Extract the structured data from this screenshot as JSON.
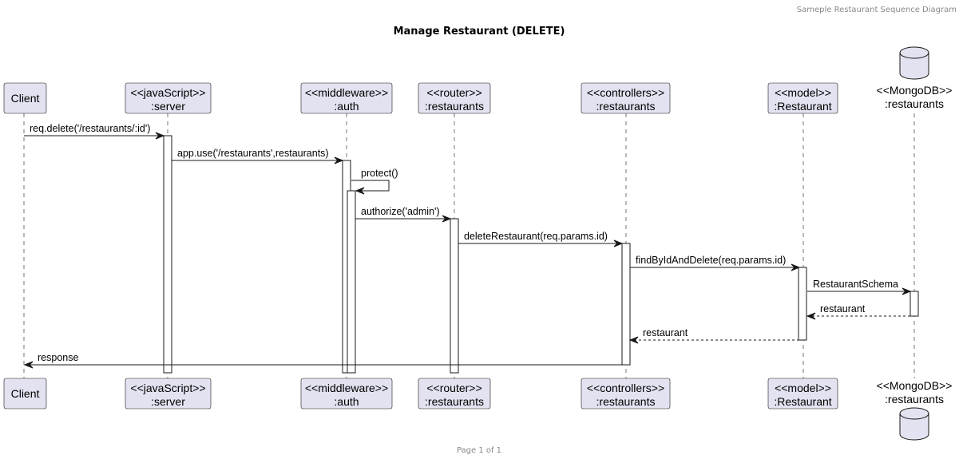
{
  "header": "Sameple Restaurant Sequence Diagram",
  "title": "Manage Restaurant (DELETE)",
  "footer": "Page 1 of 1",
  "colors": {
    "participant_fill": "#e2e2f0",
    "line": "#181818"
  },
  "participants": [
    {
      "id": "client",
      "lines": [
        "Client"
      ],
      "shape": "box"
    },
    {
      "id": "server",
      "lines": [
        "<<javaScript>>",
        ":server"
      ],
      "shape": "box"
    },
    {
      "id": "auth",
      "lines": [
        "<<middleware>>",
        ":auth"
      ],
      "shape": "box"
    },
    {
      "id": "router",
      "lines": [
        "<<router>>",
        ":restaurants"
      ],
      "shape": "box"
    },
    {
      "id": "controllers",
      "lines": [
        "<<controllers>>",
        ":restaurants"
      ],
      "shape": "box"
    },
    {
      "id": "model",
      "lines": [
        "<<model>>",
        ":Restaurant"
      ],
      "shape": "box"
    },
    {
      "id": "db",
      "lines": [
        "<<MongoDB>>",
        ":restaurants"
      ],
      "shape": "database"
    }
  ],
  "messages": [
    {
      "from": "client",
      "to": "server",
      "label": "req.delete('/restaurants/:id')",
      "kind": "sync"
    },
    {
      "from": "server",
      "to": "auth",
      "label": "app.use('/restaurants',restaurants)",
      "kind": "sync"
    },
    {
      "from": "auth",
      "to": "auth",
      "label": "protect()",
      "kind": "self"
    },
    {
      "from": "auth",
      "to": "router",
      "label": "authorize('admin')",
      "kind": "sync"
    },
    {
      "from": "router",
      "to": "controllers",
      "label": "deleteRestaurant(req.params.id)",
      "kind": "sync"
    },
    {
      "from": "controllers",
      "to": "model",
      "label": "findByIdAndDelete(req.params.id)",
      "kind": "sync"
    },
    {
      "from": "model",
      "to": "db",
      "label": "RestaurantSchema",
      "kind": "sync"
    },
    {
      "from": "db",
      "to": "model",
      "label": "restaurant",
      "kind": "return"
    },
    {
      "from": "model",
      "to": "controllers",
      "label": "restaurant",
      "kind": "return"
    },
    {
      "from": "controllers",
      "to": "client",
      "label": "response",
      "kind": "sync"
    }
  ]
}
